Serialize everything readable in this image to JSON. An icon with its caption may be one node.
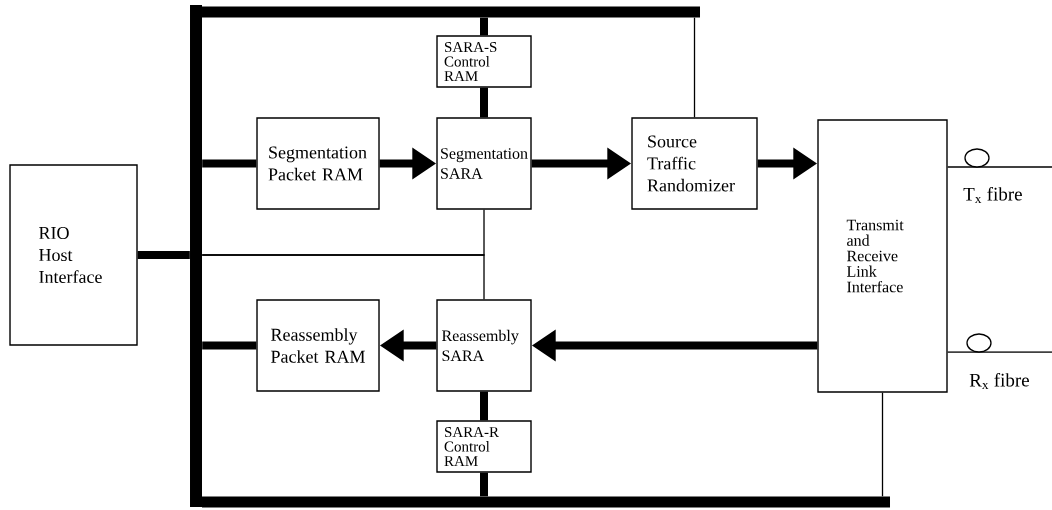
{
  "diagram": {
    "nodes": [
      {
        "text": [
          "RIO Host Interface"
        ]
      },
      {
        "text": [],
        "shape": "bar"
      },
      {
        "text": [],
        "shape": "bar"
      },
      {
        "text": [],
        "shape": "bar"
      },
      {
        "text": [
          "SARA-S Control RAM"
        ]
      },
      {
        "text": [
          "Segmentation Packet RAM"
        ]
      },
      {
        "text": [
          "Segmentation SARA"
        ]
      },
      {
        "text": [
          "Source Traffic Randomizer"
        ]
      },
      {
        "text": [
          "Transmit and Receive Link Interface"
        ]
      },
      {
        "text": [
          "Reassembly Packet RAM"
        ]
      },
      {
        "text": [
          "Reassembly SARA"
        ]
      },
      {
        "text": [
          "SARA-R Control RAM"
        ]
      }
    ],
    "edges": [
      {
        "from": 0,
        "to": 1,
        "arrow": "none"
      },
      {
        "from": 1,
        "to": 5,
        "arrow": "none"
      },
      {
        "from": 5,
        "to": 6,
        "arrow": "to"
      },
      {
        "from": 6,
        "to": 7,
        "arrow": "to"
      },
      {
        "from": 7,
        "to": 8,
        "arrow": "to"
      },
      {
        "from": 8,
        "to": 10,
        "arrow": "to"
      },
      {
        "from": 10,
        "to": 9,
        "arrow": "to"
      },
      {
        "from": 1,
        "to": 9,
        "arrow": "none"
      },
      {
        "from": 2,
        "to": 4,
        "arrow": "none"
      },
      {
        "from": 4,
        "to": 6,
        "arrow": "none"
      },
      {
        "from": 10,
        "to": 11,
        "arrow": "none"
      },
      {
        "from": 11,
        "to": 3,
        "arrow": "none"
      },
      {
        "from": 7,
        "to": 2,
        "arrow": "none"
      },
      {
        "from": 8,
        "to": 3,
        "arrow": "none"
      },
      {
        "from": 1,
        "to": 6,
        "arrow": "none"
      },
      {
        "from": 1,
        "to": 10,
        "arrow": "none"
      },
      {
        "from": 8,
        "to": null,
        "arrow": "none",
        "label": "T$_{x}$ fibre"
      },
      {
        "from": 8,
        "to": null,
        "arrow": "none",
        "label": "R$_{x}$ fibre"
      }
    ]
  }
}
